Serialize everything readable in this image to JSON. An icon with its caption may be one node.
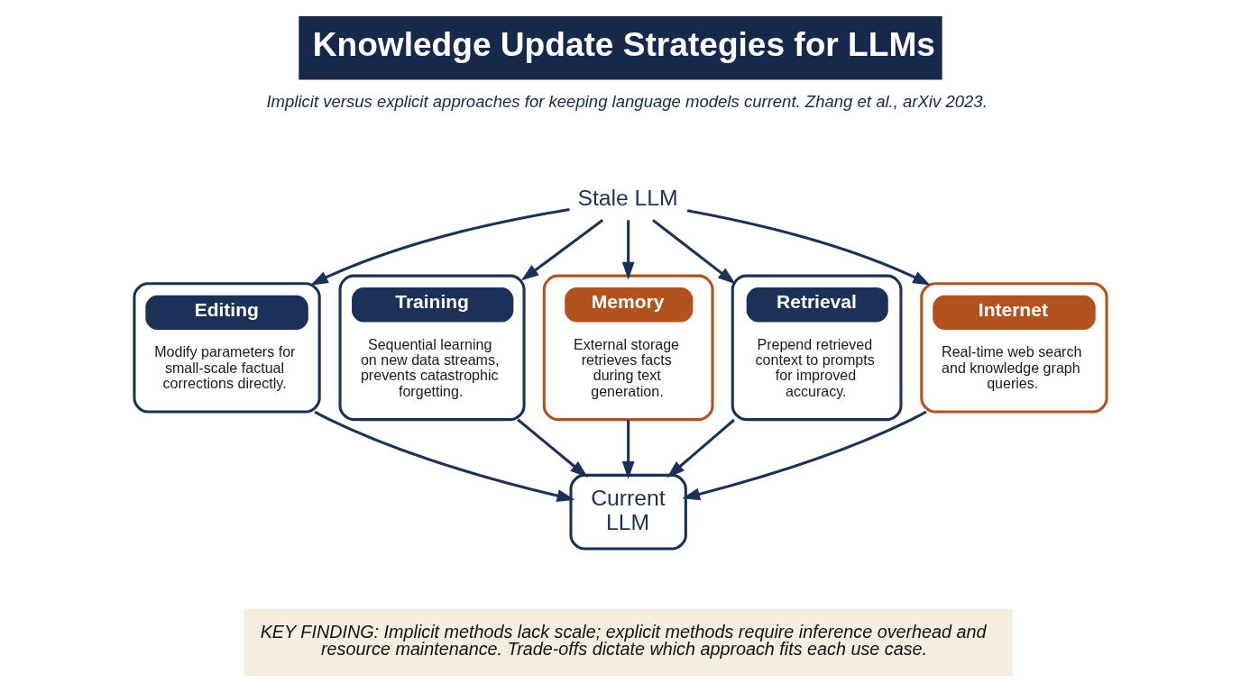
{
  "diagram": {
    "title": "Knowledge Update Strategies for LLMs",
    "caption": "KEY FINDING: Implicit methods lack scale; explicit methods require inference overhead and resource maintenance. Trade-offs dictate which approach fits each use case.",
    "nodes": [
      {
        "text": [
          "Stale LLM"
        ]
      },
      {
        "text": [
          "Editing",
          "Modify parameters for small-scale factual corrections directly."
        ]
      },
      {
        "text": [
          "Training",
          "Sequential learning on new data streams, prevents catastrophic forgetting."
        ]
      },
      {
        "text": [
          "Memory",
          "External storage retrieves facts during text generation."
        ]
      },
      {
        "text": [
          "Retrieval",
          "Prepend retrieved context to prompts for improved accuracy."
        ]
      },
      {
        "text": [
          "Internet",
          "Real-time web search and knowledge graph queries."
        ]
      },
      {
        "text": [
          "Current LLM"
        ]
      }
    ],
    "edges": [
      {
        "from": 0,
        "to": 1,
        "arrow": "to"
      },
      {
        "from": 0,
        "to": 2,
        "arrow": "to"
      },
      {
        "from": 0,
        "to": 3,
        "arrow": "to"
      },
      {
        "from": 0,
        "to": 4,
        "arrow": "to"
      },
      {
        "from": 0,
        "to": 5,
        "arrow": "to"
      },
      {
        "from": 1,
        "to": 6,
        "arrow": "to"
      },
      {
        "from": 2,
        "to": 6,
        "arrow": "to"
      },
      {
        "from": 3,
        "to": 6,
        "arrow": "to"
      },
      {
        "from": 4,
        "to": 6,
        "arrow": "to"
      },
      {
        "from": 5,
        "to": 6,
        "arrow": "to"
      }
    ],
    "labels": [
      "Implicit versus explicit approaches for keeping language models current. Zhang et al., arXiv 2023."
    ]
  }
}
